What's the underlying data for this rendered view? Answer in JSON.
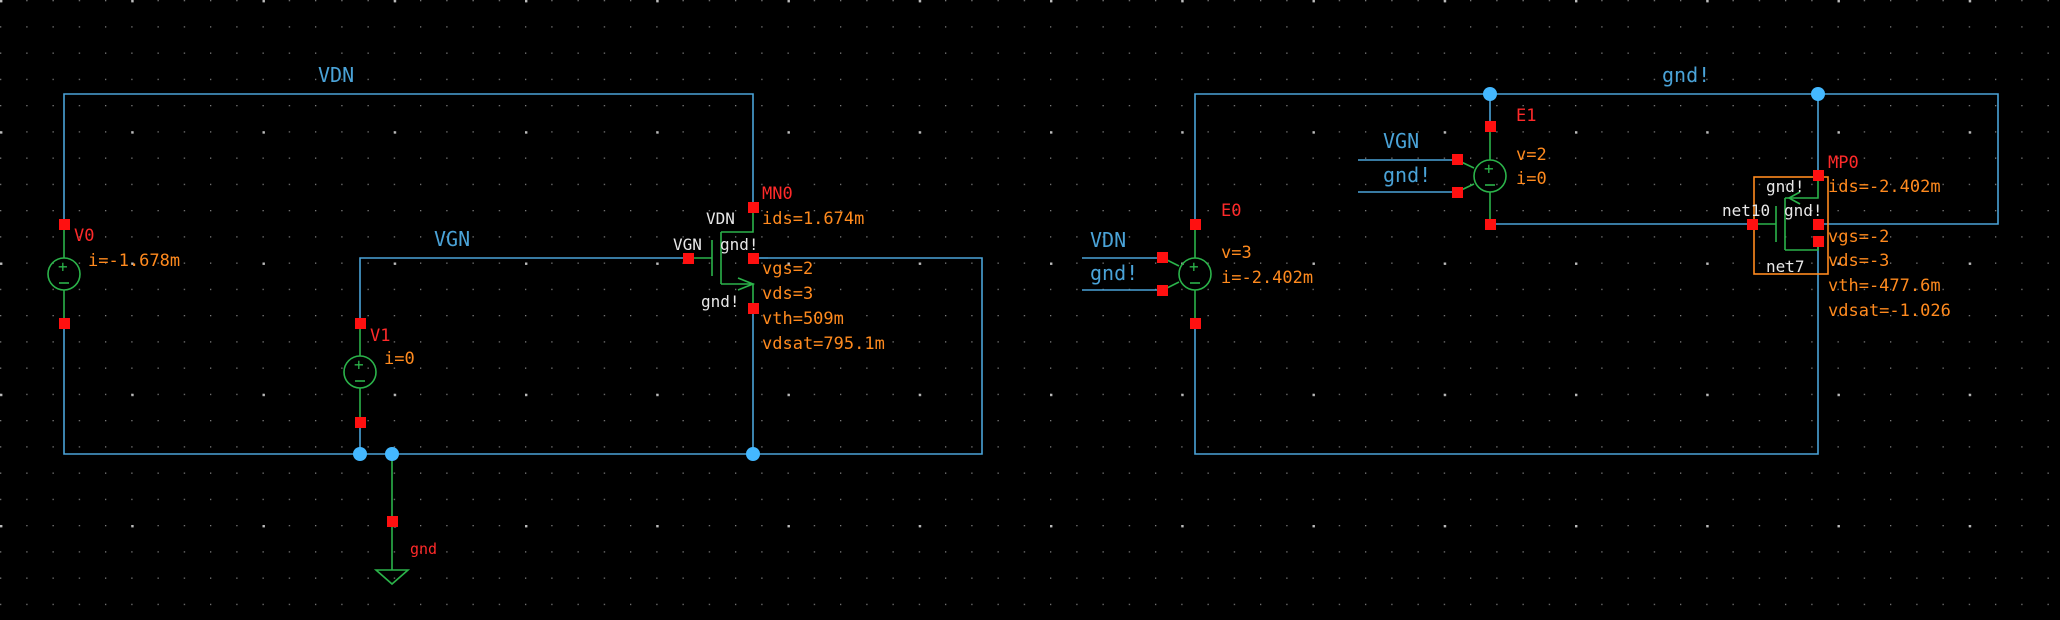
{
  "colors": {
    "background": "#000000",
    "wire": "#4aa3d8",
    "symbol": "#2bb34a",
    "pin": "#ff1010",
    "junction": "#44b8ff",
    "instance_name": "#ff2a2a",
    "operating_point": "#ff8a1e",
    "terminal_label": "#e8e8e8",
    "highlight_box": "#ff8a1e"
  },
  "left_circuit": {
    "nets": {
      "top": "VDN",
      "middle": "VGN"
    },
    "V0": {
      "name": "V0",
      "current": "i=-1.678m"
    },
    "V1": {
      "name": "V1",
      "current": "i=0"
    },
    "ground": {
      "name": "gnd"
    },
    "MN0": {
      "name": "MN0",
      "drain_label": "VDN",
      "gate_label": "VGN",
      "bulk_label": "gnd!",
      "source_label": "gnd!",
      "ids": "ids=1.674m",
      "vgs": "vgs=2",
      "vds": "vds=3",
      "vth": "vth=509m",
      "vdsat": "vdsat=795.1m"
    }
  },
  "right_circuit": {
    "nets": {
      "top": "gnd!"
    },
    "E0": {
      "name": "E0",
      "ctrl_pos": "VDN",
      "ctrl_neg": "gnd!",
      "voltage": "v=3",
      "current": "i=-2.402m"
    },
    "E1": {
      "name": "E1",
      "ctrl_pos": "VGN",
      "ctrl_neg": "gnd!",
      "voltage": "v=2",
      "current": "i=0"
    },
    "MP0": {
      "name": "MP0",
      "top_label": "gnd!",
      "gate_net": "net10",
      "bulk_label": "gnd!",
      "bottom_net": "net7",
      "ids": "ids=-2.402m",
      "vgs": "vgs=-2",
      "vds": "vds=-3",
      "vth": "vth=-477.6m",
      "vdsat": "vdsat=-1.026"
    }
  }
}
